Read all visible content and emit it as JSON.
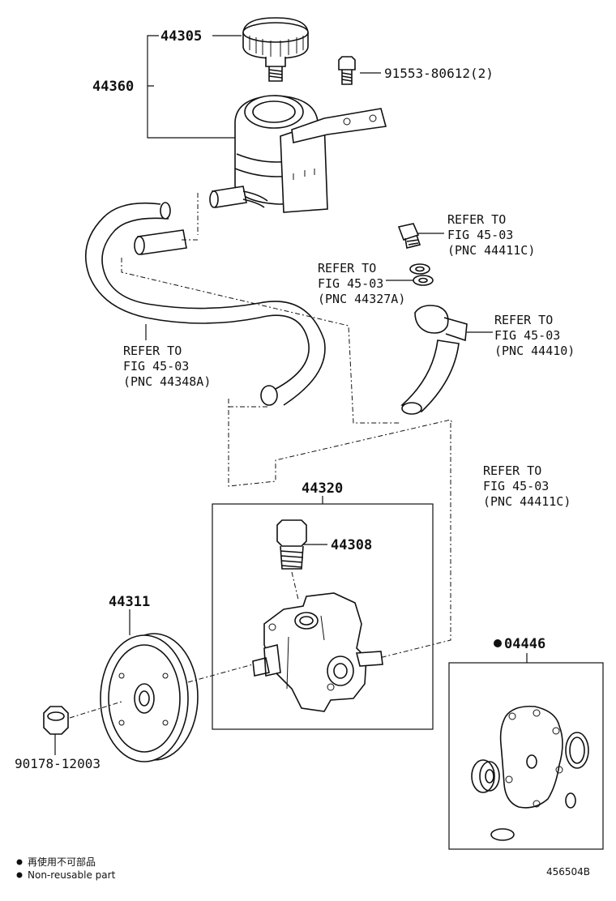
{
  "parts": {
    "p44305": "44305",
    "p44360": "44360",
    "p91553": "91553-80612(2)",
    "p44320": "44320",
    "p44308": "44308",
    "p44311": "44311",
    "p90178": "90178-12003",
    "p04446": "04446"
  },
  "refs": {
    "r1": [
      "REFER TO",
      "FIG 45-03",
      "(PNC 44411C)"
    ],
    "r2": [
      "REFER TO",
      "FIG 45-03",
      "(PNC 44327A)"
    ],
    "r3": [
      "REFER TO",
      "FIG 45-03",
      "(PNC 44410)"
    ],
    "r4": [
      "REFER TO",
      "FIG 45-03",
      "(PNC 44348A)"
    ],
    "r5": [
      "REFER TO",
      "FIG 45-03",
      "(PNC 44411C)"
    ]
  },
  "legend": {
    "jp": "再使用不可部品",
    "en": "Non-reusable part"
  },
  "figure_id": "456504B"
}
